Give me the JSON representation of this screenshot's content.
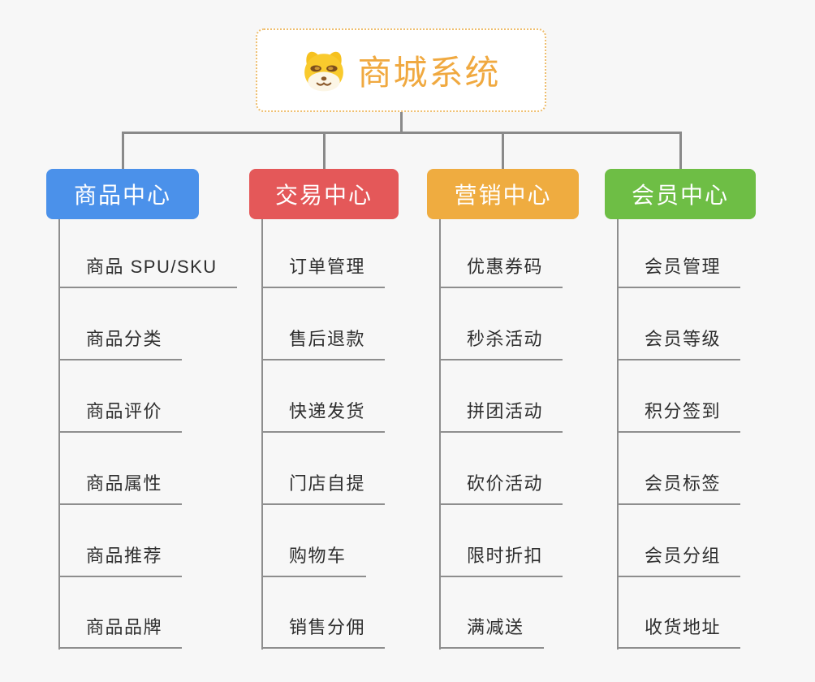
{
  "root": {
    "title": "商城系统",
    "icon": "shiba-dog-icon"
  },
  "branches": [
    {
      "label": "商品中心",
      "color": "#4B91EA",
      "items": [
        "商品 SPU/SKU",
        "商品分类",
        "商品评价",
        "商品属性",
        "商品推荐",
        "商品品牌"
      ]
    },
    {
      "label": "交易中心",
      "color": "#E45859",
      "items": [
        "订单管理",
        "售后退款",
        "快递发货",
        "门店自提",
        "购物车",
        "销售分佣"
      ]
    },
    {
      "label": "营销中心",
      "color": "#EFAC40",
      "items": [
        "优惠券码",
        "秒杀活动",
        "拼团活动",
        "砍价活动",
        "限时折扣",
        "满减送"
      ]
    },
    {
      "label": "会员中心",
      "color": "#6EBE45",
      "items": [
        "会员管理",
        "会员等级",
        "积分签到",
        "会员标签",
        "会员分组",
        "收货地址"
      ]
    }
  ],
  "colors": {
    "background": "#F7F7F7",
    "connector": "#8A8A8A",
    "leaf_line": "#8E8E8E",
    "leaf_text": "#2E2E2E",
    "root_text": "#F0A940",
    "root_border": "#EEBE6F",
    "node_text": "#FFFFFF"
  }
}
